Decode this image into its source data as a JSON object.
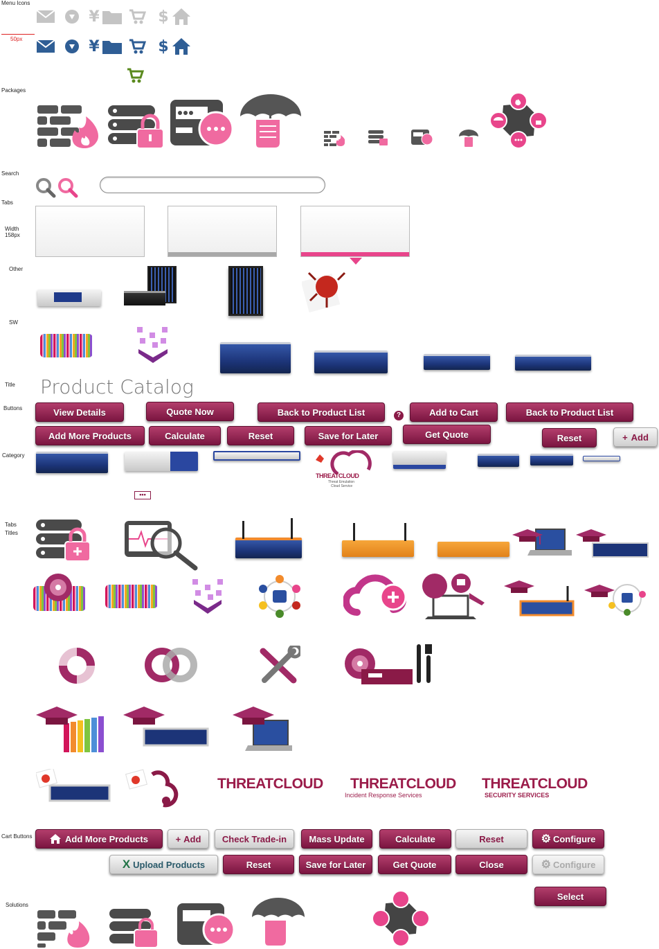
{
  "labels": {
    "menu_icons": "Menu Icons",
    "px50": "50px",
    "packages": "Packages",
    "search": "Search",
    "tabs": "Tabs",
    "width": "Width",
    "width_px": "158px",
    "other": "Other",
    "sw": "SW",
    "title": "Title",
    "buttons": "Buttons",
    "category": "Category",
    "tabs_titles_1": "Tabs",
    "tabs_titles_2": "Titles",
    "cart_buttons": "Cart Buttons",
    "solutions": "Solutions"
  },
  "menu_icons": {
    "names": [
      "mail-icon",
      "download-icon",
      "yen-icon",
      "folder-icon",
      "cart-icon",
      "dollar-icon",
      "home-icon"
    ],
    "glyphs": [
      "✉",
      "⬇",
      "¥",
      "▬",
      "🛒",
      "$",
      "⌂"
    ],
    "gray_color": "#c4c4c4",
    "blue_color": "#2f5e95",
    "green_color": "#5a8a1e"
  },
  "title": {
    "text": "Product Catalog"
  },
  "search": {
    "placeholder": ""
  },
  "buttons": {
    "view_details": "View Details",
    "quote_now": "Quote Now",
    "back_to_product_list": "Back to Product List",
    "help": "?",
    "add_to_cart": "Add to Cart",
    "back_to_product_list_2": "Back to Product List",
    "add_more_products": "Add More Products",
    "calculate": "Calculate",
    "reset": "Reset",
    "save_for_later": "Save for Later",
    "get_quote": "Get Quote",
    "reset_2": "Reset",
    "add": "Add",
    "add_plus": "+"
  },
  "category": {
    "threatcloud_logo": "THREATCLOUD",
    "threatcloud_sub1": "Threat Emulation",
    "threatcloud_sub2": "Cloud Service",
    "more": "•••"
  },
  "brands": {
    "threatcloud_1": "THREATCLOUD",
    "threatcloud_2": "THREATCLOUD",
    "threatcloud_2_sub": "Incident Response Services",
    "threatcloud_3": "THREATCLOUD",
    "threatcloud_3_sub": "SECURITY SERVICES"
  },
  "cart_buttons": {
    "add_more_products": "Add More Products",
    "add": "Add",
    "check_trade_in": "Check Trade-in",
    "mass_update": "Mass Update",
    "calculate": "Calculate",
    "reset": "Reset",
    "configure": "Configure",
    "upload_products": "Upload Products",
    "reset_2": "Reset",
    "save_for_later": "Save for Later",
    "get_quote": "Get Quote",
    "close": "Close",
    "configure_disabled": "Configure",
    "select": "Select"
  },
  "colors": {
    "brand": "#8a1a47",
    "accent_pink": "#e8458b",
    "tab_gray_bar": "#a8a8a8",
    "tab_pink_bar": "#e8458b"
  }
}
